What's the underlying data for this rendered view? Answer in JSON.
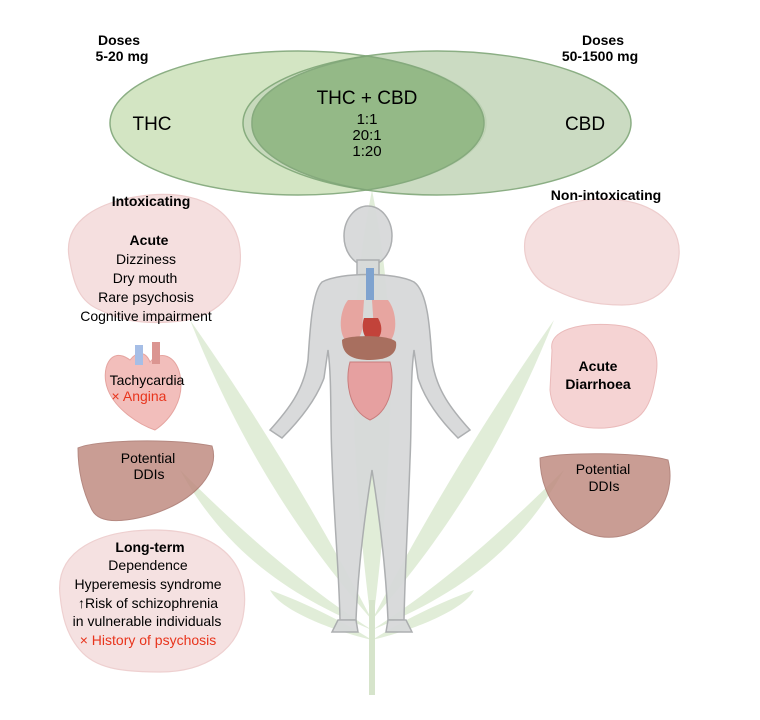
{
  "doses_left": {
    "title": "Doses",
    "range": "5-20 mg"
  },
  "doses_right": {
    "title": "Doses",
    "range": "50-1500 mg"
  },
  "venn": {
    "left": "THC",
    "right": "CBD",
    "center_title": "THC + CBD",
    "ratios": [
      "1:1",
      "20:1",
      "1:20"
    ]
  },
  "left_side": {
    "heading": "Intoxicating",
    "acute_title": "Acute",
    "acute_items": [
      "Dizziness",
      "Dry mouth",
      "Rare psychosis",
      "Cognitive impairment"
    ],
    "cardio": "Tachycardia",
    "cardio_contra": "Angina",
    "liver": [
      "Potential",
      "DDIs"
    ],
    "longterm_title": "Long-term",
    "longterm_items": [
      "Dependence",
      "Hyperemesis syndrome",
      "Risk of schizophrenia",
      "in vulnerable individuals"
    ],
    "longterm_contra": "History of psychosis"
  },
  "right_side": {
    "heading": "Non-intoxicating",
    "acute_title": "Acute",
    "acute_item": "Diarrhoea",
    "liver": [
      "Potential",
      "DDIs"
    ]
  },
  "symbols": {
    "contra": "×",
    "increase": "↑"
  },
  "colors": {
    "thc_fill": "#cfe3bd",
    "cbd_fill": "#c6d8bc",
    "overlap_fill": "#8fb682",
    "venn_stroke": "#7fa677",
    "leaf": "#dcead2",
    "brain": "#f4dcdc",
    "liver": "#c08c82",
    "contra_red": "#e8341c"
  }
}
